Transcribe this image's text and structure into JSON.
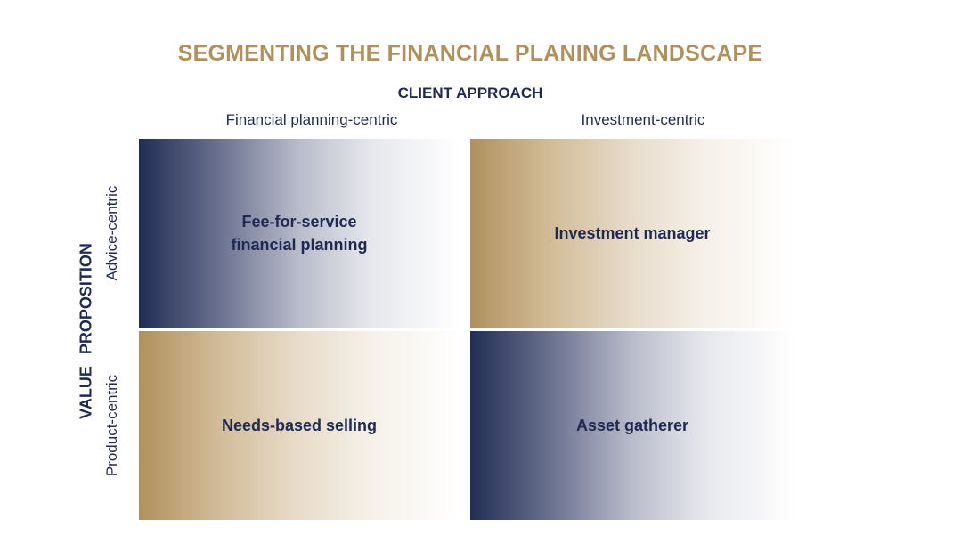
{
  "title": "SEGMENTING THE FINANCIAL PLANING LANDSCAPE",
  "x_axis": {
    "title": "CLIENT APPROACH",
    "columns": [
      "Financial planning-centric",
      "Investment-centric"
    ]
  },
  "y_axis": {
    "title": "VALUE  PROPOSITION",
    "rows": [
      "Advice-centric",
      "Product-centric"
    ]
  },
  "quadrants": [
    {
      "label": "Fee-for-service\nfinancial planning",
      "row": "Advice-centric",
      "column": "Financial planning-centric",
      "color": "#222d55"
    },
    {
      "label": "Investment manager",
      "row": "Advice-centric",
      "column": "Investment-centric",
      "color": "#b0915e"
    },
    {
      "label": "Needs-based selling",
      "row": "Product-centric",
      "column": "Financial planning-centric",
      "color": "#b0915e"
    },
    {
      "label": "Asset gatherer",
      "row": "Product-centric",
      "column": "Investment-centric",
      "color": "#222d55"
    }
  ],
  "colors": {
    "navy": "#222d55",
    "gold": "#b0915e",
    "text": "#1f2a52"
  }
}
